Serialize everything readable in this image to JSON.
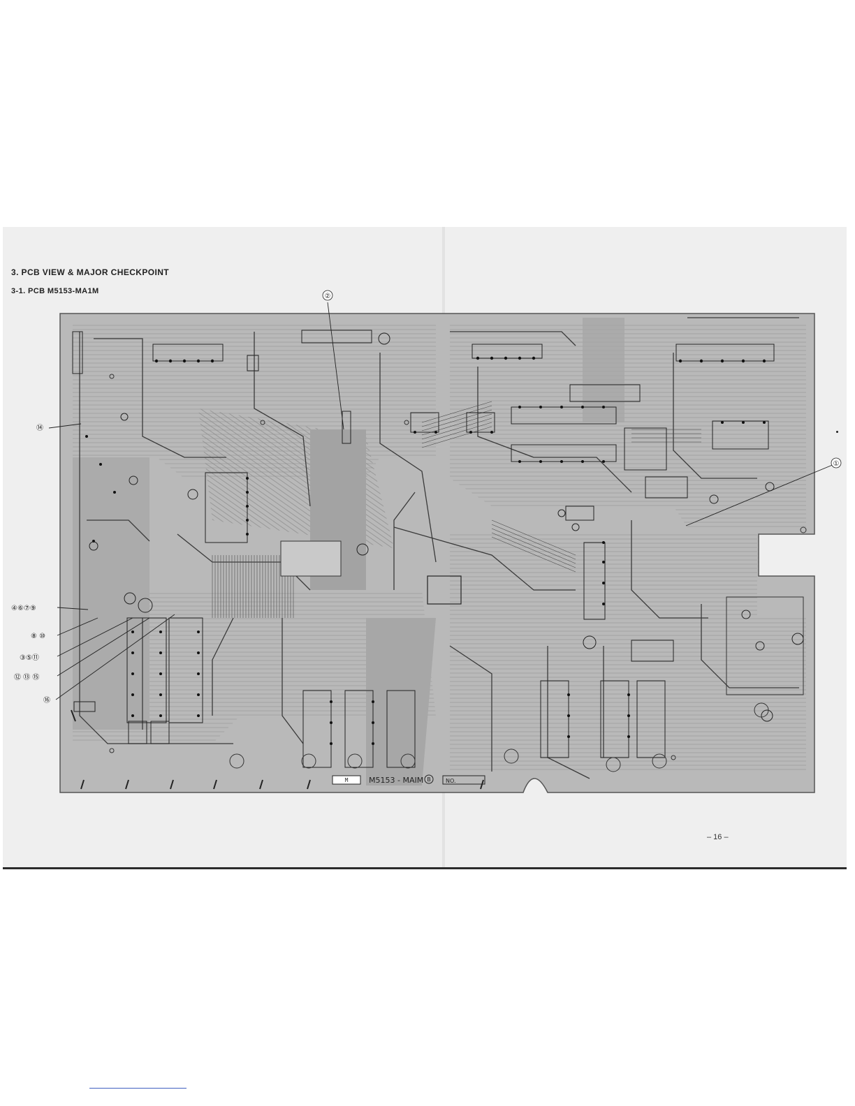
{
  "document": {
    "section_title": "3. PCB VIEW & MAJOR CHECKPOINT",
    "subsection_title": "3-1. PCB M5153-MA1M",
    "page_number": "– 16 –"
  },
  "board": {
    "id_label": "M5153 - MAIM",
    "id_revision": "B",
    "number_box_label": "NO.",
    "silkscreen_tag": "M",
    "colors": {
      "board_fill": "#b9b9b9",
      "copper_fill": "#a9a9a9",
      "trace": "#3a3a3a",
      "pad": "#111111",
      "background": "#efefef"
    }
  },
  "callouts": {
    "c1": "①",
    "c2": "②",
    "c14": "⑭",
    "c4679": "④⑥⑦⑨",
    "c810": "⑧ ⑩",
    "c3511": "③⑤⑪",
    "c121315": "⑫ ⑬ ⑮",
    "c16": "⑯"
  }
}
